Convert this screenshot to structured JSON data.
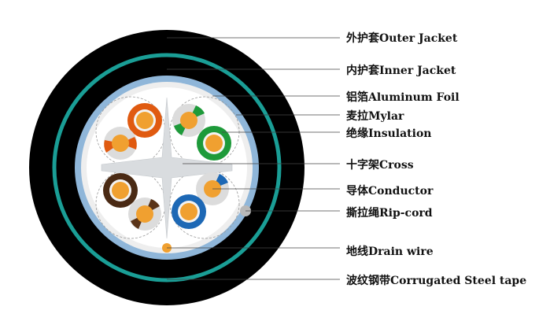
{
  "labels": {
    "outer_jacket": "外护套Outer Jacket",
    "inner_jacket": "内护套Inner Jacket",
    "aluminum_foil": "铝箔Aluminum Foil",
    "mylar": "麦拉Mylar",
    "insulation": "绝缘Insulation",
    "cross": "十字架Cross",
    "conductor": "导体Conductor",
    "rip_cord": "撕拉绳Rip-cord",
    "drain_wire": "地线Drain wire",
    "corrugated_steel_tape": "波纹钢带Corrugated Steel tape"
  },
  "colors": {
    "outer_jacket": "#000000",
    "steel_tape": "#1a9e96",
    "foil": "#8fb6d9",
    "mylar": "#eeeeee",
    "cross": "#d9dcdf",
    "conductor": "#f0a030",
    "orange": "#e05a10",
    "green": "#1e9a3a",
    "brown": "#4a2a14",
    "blue": "#1d68b5",
    "rip_cord": "#b8b8b8"
  }
}
